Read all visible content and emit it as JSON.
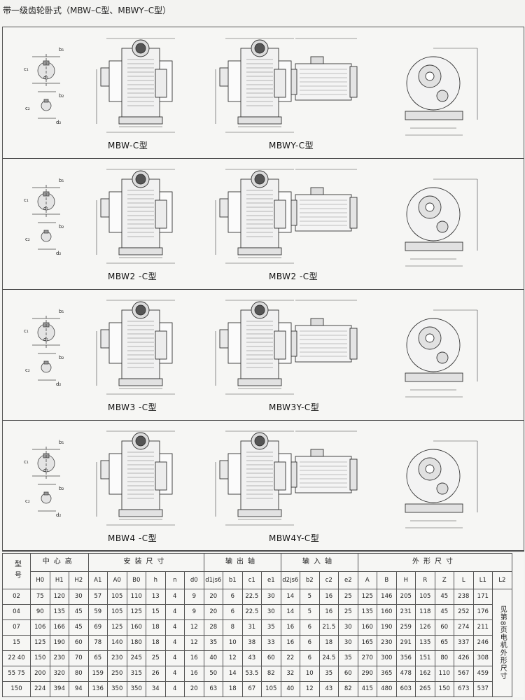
{
  "title": "带一级齿轮卧式（MBW–C型、MBWY–C型）",
  "diagrams": [
    {
      "left": "MBW-C型",
      "right": "MBWY-C型"
    },
    {
      "left": "MBW2 -C型",
      "right": "MBW2 -C型"
    },
    {
      "left": "MBW3 -C型",
      "right": "MBW3Y-C型"
    },
    {
      "left": "MBW4 -C型",
      "right": "MBW4Y-C型"
    }
  ],
  "table": {
    "model_label": "型号",
    "groups": [
      "中心高",
      "安装尺寸",
      "输出轴",
      "输入轴",
      "外形尺寸"
    ],
    "columns": [
      "H0",
      "H1",
      "H2",
      "A1",
      "A0",
      "B0",
      "h",
      "n",
      "d0",
      "d1js6",
      "b1",
      "c1",
      "e1",
      "d2js6",
      "b2",
      "c2",
      "e2",
      "A",
      "B",
      "H",
      "R",
      "Z",
      "L",
      "L1",
      "L2"
    ],
    "rows": [
      {
        "model": "02",
        "cells": [
          "75",
          "120",
          "30",
          "57",
          "105",
          "110",
          "13",
          "4",
          "9",
          "20",
          "6",
          "22.5",
          "30",
          "14",
          "5",
          "16",
          "25",
          "125",
          "146",
          "205",
          "105",
          "45",
          "238",
          "171"
        ]
      },
      {
        "model": "04",
        "cells": [
          "90",
          "135",
          "45",
          "59",
          "105",
          "125",
          "15",
          "4",
          "9",
          "20",
          "6",
          "22.5",
          "30",
          "14",
          "5",
          "16",
          "25",
          "135",
          "160",
          "231",
          "118",
          "45",
          "252",
          "176"
        ]
      },
      {
        "model": "07",
        "cells": [
          "106",
          "166",
          "45",
          "69",
          "125",
          "160",
          "18",
          "4",
          "12",
          "28",
          "8",
          "31",
          "35",
          "16",
          "6",
          "21.5",
          "30",
          "160",
          "190",
          "259",
          "126",
          "60",
          "274",
          "211"
        ]
      },
      {
        "model": "15",
        "cells": [
          "125",
          "190",
          "60",
          "78",
          "140",
          "180",
          "18",
          "4",
          "12",
          "35",
          "10",
          "38",
          "33",
          "16",
          "6",
          "18",
          "30",
          "165",
          "230",
          "291",
          "135",
          "65",
          "337",
          "246"
        ]
      },
      {
        "model": "22 40",
        "cells": [
          "150",
          "230",
          "70",
          "65",
          "230",
          "245",
          "25",
          "4",
          "16",
          "40",
          "12",
          "43",
          "60",
          "22",
          "6",
          "24.5",
          "35",
          "270",
          "300",
          "356",
          "151",
          "80",
          "426",
          "308"
        ]
      },
      {
        "model": "55 75",
        "cells": [
          "200",
          "320",
          "80",
          "159",
          "250",
          "315",
          "26",
          "4",
          "16",
          "50",
          "14",
          "53.5",
          "82",
          "32",
          "10",
          "35",
          "60",
          "290",
          "365",
          "478",
          "162",
          "110",
          "567",
          "459"
        ]
      },
      {
        "model": "150",
        "cells": [
          "224",
          "394",
          "94",
          "136",
          "350",
          "350",
          "34",
          "4",
          "20",
          "63",
          "18",
          "67",
          "105",
          "40",
          "12",
          "43",
          "82",
          "415",
          "480",
          "603",
          "265",
          "150",
          "673",
          "537"
        ]
      }
    ],
    "note": "见第8页电机外形尺寸"
  }
}
